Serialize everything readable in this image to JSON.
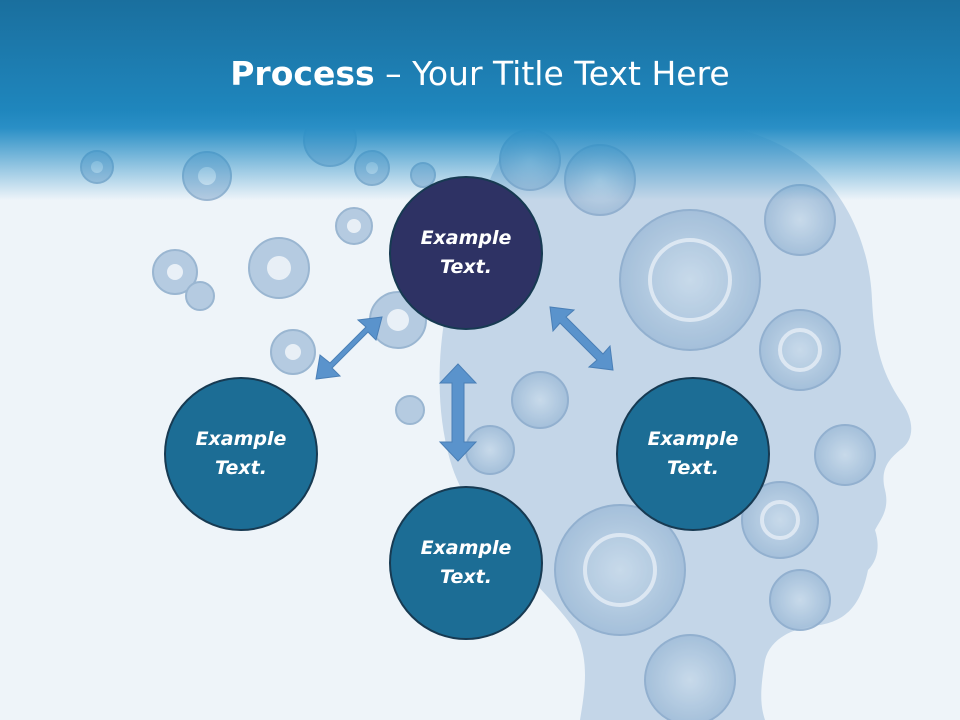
{
  "slide": {
    "title_bold": "Process",
    "title_rest": " – Your Title Text Here"
  },
  "colors": {
    "header": "#1f86bd",
    "center_circle": "#2e3264",
    "outer_circles": "#1c6d95",
    "arrows": "#5a93cc",
    "gears": "#a9c3dd"
  },
  "circles": [
    {
      "id": "top",
      "text": "Example\nText."
    },
    {
      "id": "left",
      "text": "Example\nText."
    },
    {
      "id": "right",
      "text": "Example\nText."
    },
    {
      "id": "bottom",
      "text": "Example\nText."
    }
  ],
  "icons": [
    "gear-icon",
    "head-silhouette",
    "double-arrow-icon"
  ]
}
